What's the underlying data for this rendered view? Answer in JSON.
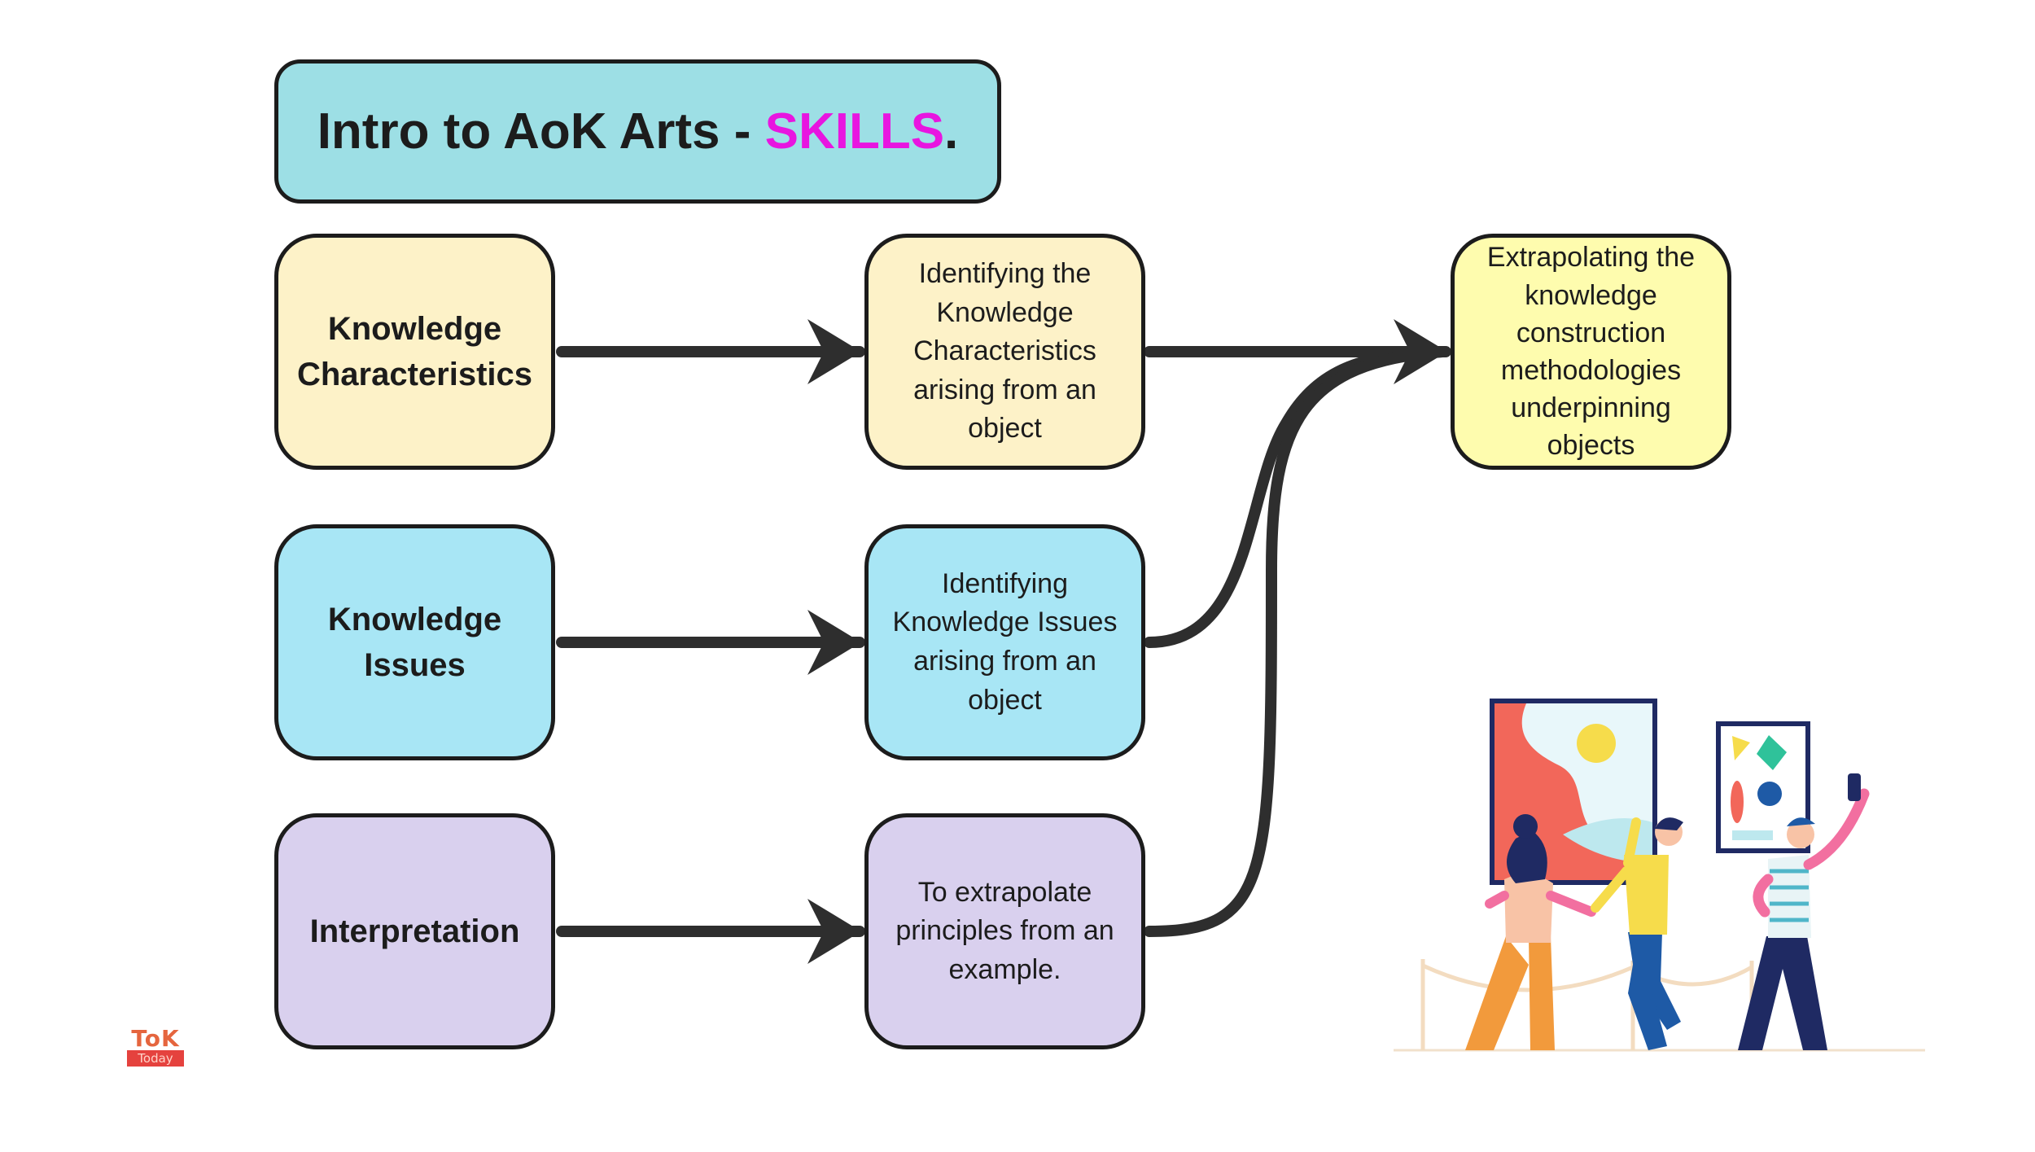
{
  "title": {
    "main": "Intro to AoK Arts - ",
    "accent": "SKILLS",
    "end": "."
  },
  "left_boxes": [
    {
      "label": "Knowledge Characteristics"
    },
    {
      "label": "Knowledge Issues"
    },
    {
      "label": "Interpretation"
    }
  ],
  "middle_boxes": [
    {
      "label": "Identifying the Knowledge Characteristics arising from an object"
    },
    {
      "label": "Identifying Knowledge Issues arising from an object"
    },
    {
      "label": "To extrapolate principles from an example."
    }
  ],
  "right_box": {
    "label": "Extrapolating the knowledge construction methodologies underpinning objects"
  },
  "logo": {
    "top": "ToK",
    "bottom": "Today"
  },
  "colors": {
    "title_bg": "#9ddfe5",
    "accent": "#e815e0",
    "row1": "#fdf2c8",
    "row2": "#a8e6f5",
    "row3": "#d9d0ee",
    "result": "#fefcae",
    "stroke": "#1c1c1c"
  }
}
